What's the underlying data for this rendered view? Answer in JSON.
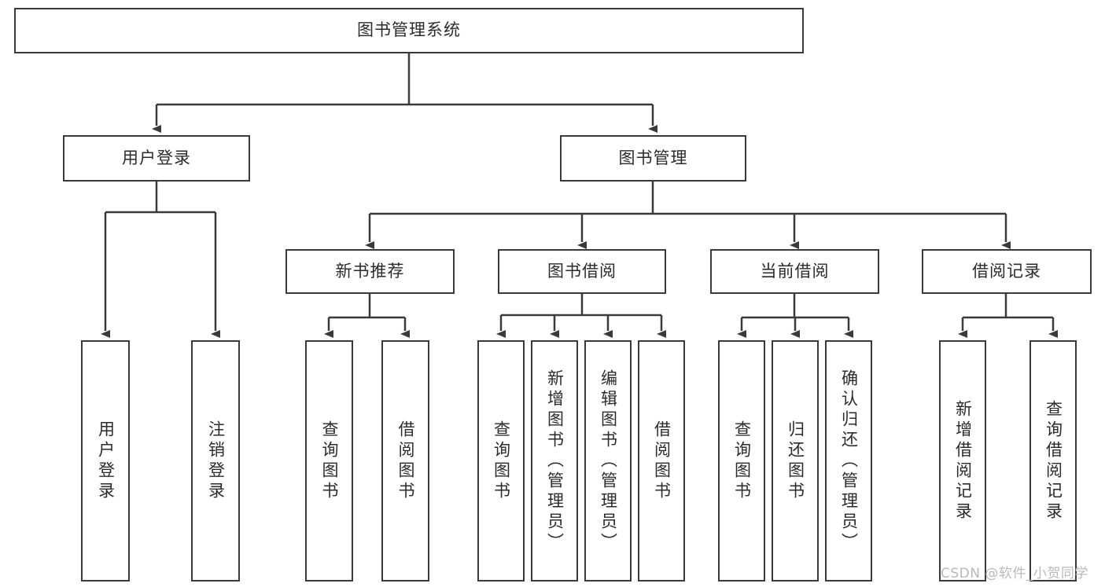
{
  "diagram": {
    "type": "tree",
    "title": "图书管理系统",
    "orientation": "top-down",
    "root": {
      "label": "图书管理系统"
    },
    "level2": [
      {
        "label": "用户登录"
      },
      {
        "label": "图书管理"
      }
    ],
    "level3": [
      {
        "label": "新书推荐"
      },
      {
        "label": "图书借阅"
      },
      {
        "label": "当前借阅"
      },
      {
        "label": "借阅记录"
      }
    ],
    "leaves": {
      "user_login": [
        {
          "label": "用户登录"
        },
        {
          "label": "注销登录"
        }
      ],
      "new_book_recommend": [
        {
          "label": "查询图书"
        },
        {
          "label": "借阅图书"
        }
      ],
      "book_borrow": [
        {
          "label": "查询图书"
        },
        {
          "label": "新增图书（管理员）"
        },
        {
          "label": "编辑图书（管理员）"
        },
        {
          "label": "借阅图书"
        }
      ],
      "current_borrow": [
        {
          "label": "查询图书"
        },
        {
          "label": "归还图书"
        },
        {
          "label": "确认归还（管理员）"
        }
      ],
      "borrow_record": [
        {
          "label": "新增借阅记录"
        },
        {
          "label": "查询借阅记录"
        }
      ]
    }
  },
  "watermark": {
    "text": "CSDN @软件_小贺同学"
  },
  "colors": {
    "stroke": "#3a3a3a",
    "fill": "#ffffff",
    "text": "#2b2b2b",
    "watermark": "#b9b9b9"
  }
}
